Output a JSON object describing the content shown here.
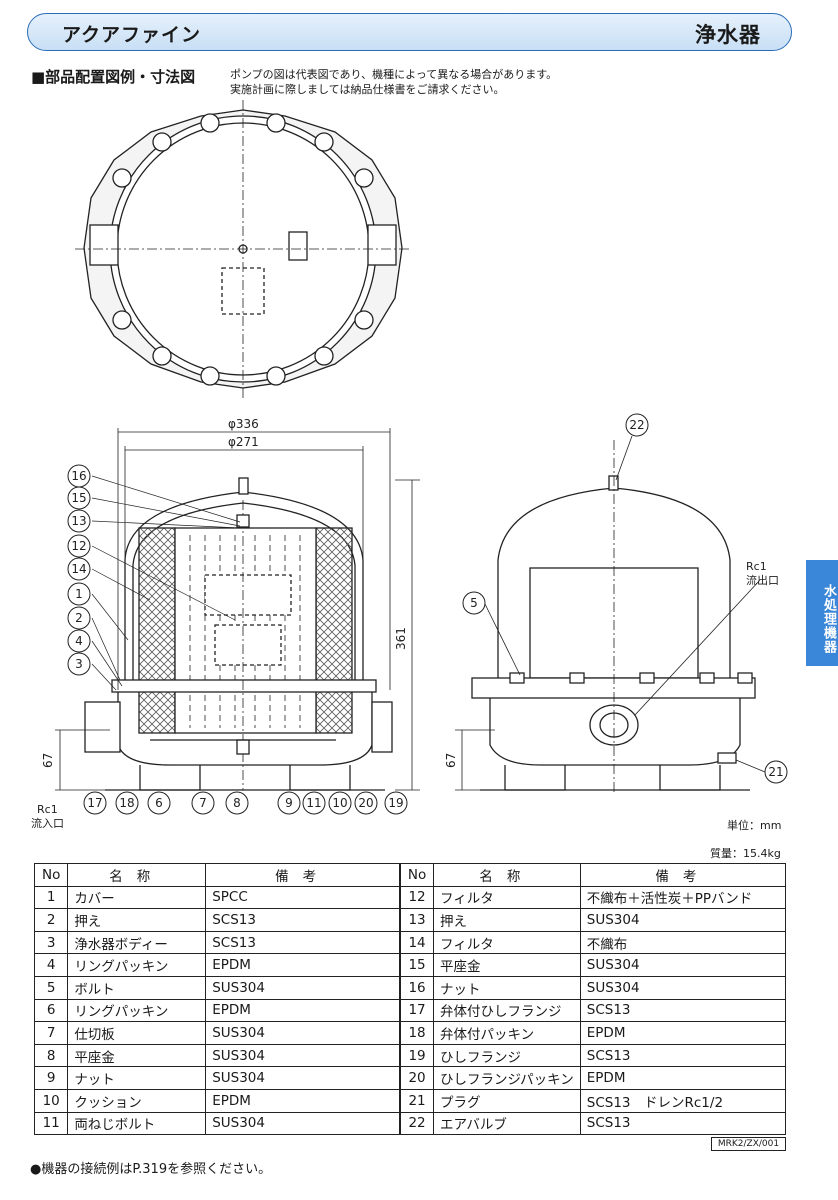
{
  "header": {
    "product_name": "アクアファイン",
    "category": "浄水器"
  },
  "section": {
    "heading": "■部品配置図例・寸法図",
    "note_line1": "ポンプの図は代表図であり、機種によって異なる場合があります。",
    "note_line2": "実施計画に際しましては納品仕様書をご請求ください。"
  },
  "side_tab": "水処理機器",
  "drawing": {
    "dim_outer": "φ336",
    "dim_inner": "φ271",
    "dim_height": "361",
    "dim_base_left": "67",
    "dim_base_right": "67",
    "inlet_label_1": "Rc1",
    "inlet_label_2": "流入口",
    "outlet_label_1": "Rc1",
    "outlet_label_2": "流出口",
    "callouts_left_column": [
      "16",
      "15",
      "13",
      "12",
      "14",
      "1",
      "2",
      "4",
      "3"
    ],
    "callouts_bottom_row": [
      "17",
      "18",
      "6",
      "7",
      "8",
      "9",
      "11",
      "10",
      "20",
      "19"
    ],
    "callouts_right_view": [
      "22",
      "5",
      "21"
    ]
  },
  "unit_label": "単位：mm",
  "weight_label": "質量：15.4kg",
  "table": {
    "headers": {
      "no": "No",
      "name": "名称",
      "remarks": "備考"
    },
    "left_rows": [
      {
        "no": "1",
        "name": "カバー",
        "remarks": "SPCC"
      },
      {
        "no": "2",
        "name": "押え",
        "remarks": "SCS13"
      },
      {
        "no": "3",
        "name": "浄水器ボディー",
        "remarks": "SCS13"
      },
      {
        "no": "4",
        "name": "リングパッキン",
        "remarks": "EPDM"
      },
      {
        "no": "5",
        "name": "ボルト",
        "remarks": "SUS304"
      },
      {
        "no": "6",
        "name": "リングパッキン",
        "remarks": "EPDM"
      },
      {
        "no": "7",
        "name": "仕切板",
        "remarks": "SUS304"
      },
      {
        "no": "8",
        "name": "平座金",
        "remarks": "SUS304"
      },
      {
        "no": "9",
        "name": "ナット",
        "remarks": "SUS304"
      },
      {
        "no": "10",
        "name": "クッション",
        "remarks": "EPDM"
      },
      {
        "no": "11",
        "name": "両ねじボルト",
        "remarks": "SUS304"
      }
    ],
    "right_rows": [
      {
        "no": "12",
        "name": "フィルタ",
        "remarks": "不織布＋活性炭＋PPバンド"
      },
      {
        "no": "13",
        "name": "押え",
        "remarks": "SUS304"
      },
      {
        "no": "14",
        "name": "フィルタ",
        "remarks": "不織布"
      },
      {
        "no": "15",
        "name": "平座金",
        "remarks": "SUS304"
      },
      {
        "no": "16",
        "name": "ナット",
        "remarks": "SUS304"
      },
      {
        "no": "17",
        "name": "弁体付ひしフランジ",
        "remarks": "SCS13"
      },
      {
        "no": "18",
        "name": "弁体付パッキン",
        "remarks": "EPDM"
      },
      {
        "no": "19",
        "name": "ひしフランジ",
        "remarks": "SCS13"
      },
      {
        "no": "20",
        "name": "ひしフランジパッキン",
        "remarks": "EPDM"
      },
      {
        "no": "21",
        "name": "プラグ",
        "remarks": "SCS13　ドレンRc1/2"
      },
      {
        "no": "22",
        "name": "エアバルブ",
        "remarks": "SCS13"
      }
    ]
  },
  "doc_code": "MRK2/ZX/001",
  "footnote": "●機器の接続例はP.319を参照ください。"
}
